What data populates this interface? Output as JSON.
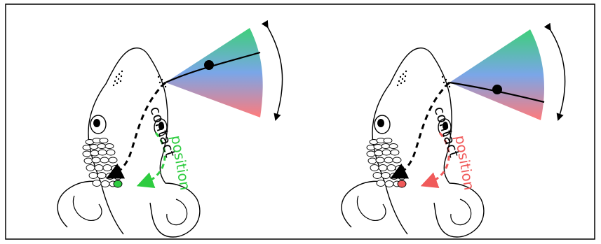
{
  "panels": [
    {
      "id": "left",
      "contact_label": "contact",
      "position_label": "position",
      "position_color": "#2ecc40",
      "highlight_color": "#2ecc40"
    },
    {
      "id": "right",
      "contact_label": "contact",
      "position_label": "position",
      "position_color": "#f05a5a",
      "highlight_color": "#f05a5a"
    }
  ],
  "colors": {
    "outline": "#000000",
    "contact_arrow": "#000000",
    "fan_top": "#3ecf7a",
    "fan_middle": "#7aa6e8",
    "fan_bottom": "#ff7b7b"
  },
  "icons": {
    "sweep_arrow": "curved-double-arrow-icon",
    "whisker_ball": "filled-circle-icon"
  }
}
